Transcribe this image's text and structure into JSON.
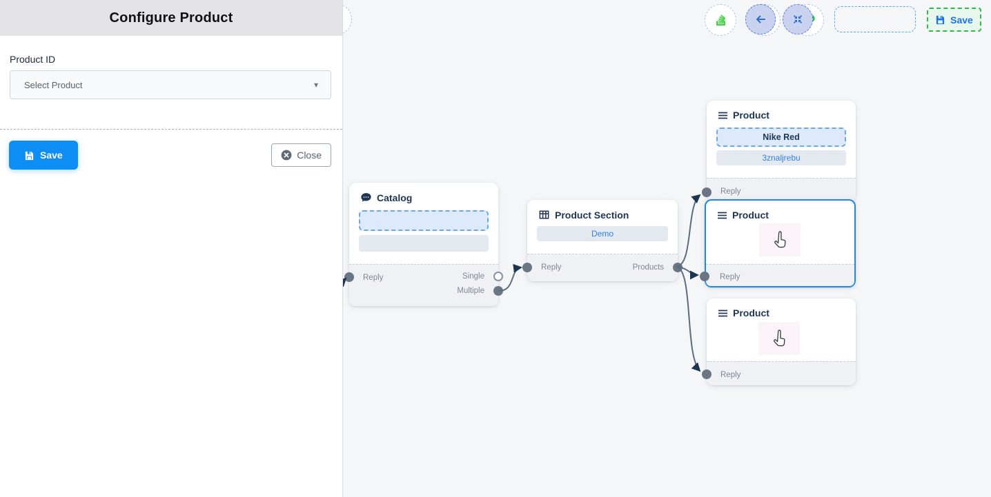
{
  "sidebar": {
    "title": "Configure Product",
    "product_id_label": "Product ID",
    "select_placeholder": "Select Product",
    "save_label": "Save",
    "close_label": "Close"
  },
  "toolbar": {
    "save_label": "Save"
  },
  "nodes": [
    {
      "title": "Catalog",
      "reply_label": "Reply",
      "single_label": "Single",
      "multiple_label": "Multiple"
    },
    {
      "title": "Product Section",
      "body_text": "Demo",
      "reply_label": "Reply",
      "products_label": "Products"
    },
    {
      "title": "Product",
      "option_text": "Nike Red",
      "secondary_text": "3znaljrebu",
      "reply_label": "Reply"
    },
    {
      "title": "Product",
      "reply_label": "Reply"
    },
    {
      "title": "Product",
      "reply_label": "Reply"
    }
  ],
  "colors": {
    "primary_blue": "#0d8ef5",
    "selection_blue": "#1e88e5",
    "link_blue": "#2f80e8",
    "node_title_navy": "#1d3553",
    "handle_gray": "#6b7685",
    "arrow_navy": "#1d3550",
    "green_accent": "#2eb84d",
    "canvas_bg": "#f5f6f8"
  }
}
